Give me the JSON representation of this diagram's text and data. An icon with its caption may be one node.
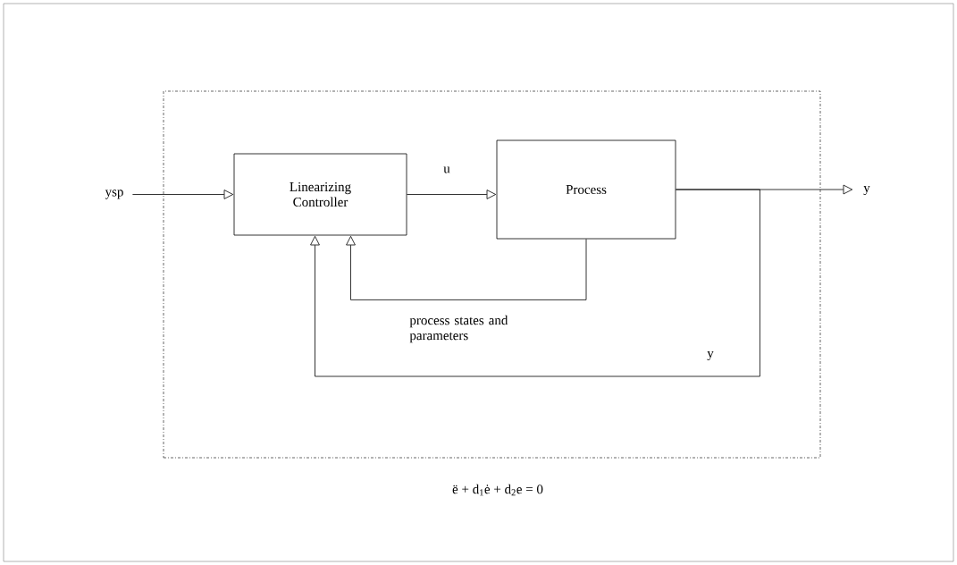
{
  "diagram": {
    "nodes": [
      {
        "text": [],
        "shape": "box"
      },
      {
        "text": [
          "ysp"
        ]
      },
      {
        "text": [
          "Linearizing Controller"
        ],
        "in": 0
      },
      {
        "text": [
          "Process"
        ],
        "in": 0
      },
      {
        "text": [
          "y"
        ]
      }
    ],
    "edges": [
      {
        "from": 1,
        "to": 2,
        "arrow": "to"
      },
      {
        "from": 2,
        "to": 3,
        "arrow": "to",
        "label": "u"
      },
      {
        "from": 3,
        "to": 4,
        "arrow": "to"
      },
      {
        "from": 3,
        "to": 2,
        "arrow": "to",
        "label": "process states and parameters"
      },
      {
        "from": 3,
        "to": 2,
        "arrow": "to",
        "label": "y"
      }
    ],
    "labels": [
      "ë + d$_{1}$ė + d$_{2}$e = 0"
    ]
  }
}
